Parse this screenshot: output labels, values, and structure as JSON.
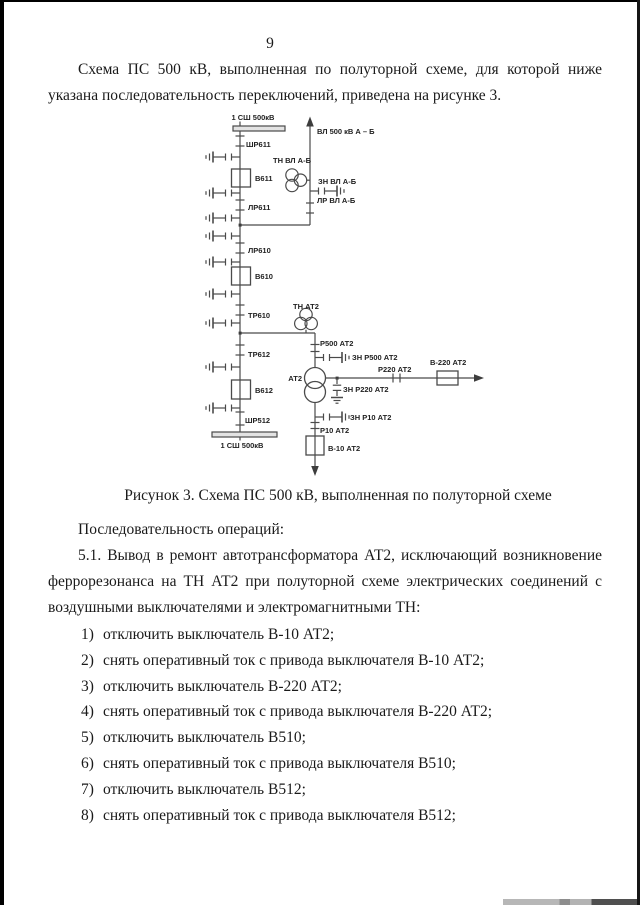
{
  "page": {
    "number": "9",
    "intro_line1": "Схема ПС 500 кВ, выполненная по полуторной схеме, для которой ниже",
    "intro_line2": "указана последовательность переключений, приведена на рисунке 3.",
    "caption": "Рисунок 3. Схема ПС 500 кВ, выполненная по полуторной схеме",
    "sequence_heading": "Последовательность операций:",
    "section_line1": "5.1. Вывод в ремонт автотрансформатора АТ2, исключающий возникновение",
    "section_line2": "феррорезонанса на ТН АТ2 при полуторной схеме электрических соединений с",
    "section_line3": "воздушными выключателями и электромагнитными ТН:"
  },
  "operations": [
    {
      "num": "1)",
      "text": "отключить выключатель В-10 АТ2;"
    },
    {
      "num": "2)",
      "text": "снять оперативный ток с привода выключателя В-10 АТ2;"
    },
    {
      "num": "3)",
      "text": "отключить выключатель В-220 АТ2;"
    },
    {
      "num": "4)",
      "text": "снять оперативный ток с привода выключателя В-220 АТ2;"
    },
    {
      "num": "5)",
      "text": "отключить выключатель В510;"
    },
    {
      "num": "6)",
      "text": "снять оперативный ток с привода выключателя В510;"
    },
    {
      "num": "7)",
      "text": "отключить выключатель В512;"
    },
    {
      "num": "8)",
      "text": "снять оперативный ток с привода выключателя В512;"
    }
  ],
  "diagram": {
    "labels": {
      "bus_top": "1 СШ 500кВ",
      "shr611": "ШР611",
      "v611": "В611",
      "lr611": "ЛР611",
      "line_vl": "ВЛ 500 кВ А – Б",
      "tn_vl": "ТН ВЛ А-Б",
      "zn_vl": "ЗН ВЛ А-Б",
      "lr_vl": "ЛР ВЛ А-Б",
      "lr610": "ЛР610",
      "v610": "В610",
      "tr610": "ТР610",
      "tn_at2": "ТН АТ2",
      "r500": "Р500 АТ2",
      "zn_r500": "ЗН Р500 АТ2",
      "at2": "АТ2",
      "r220": "Р220 АТ2",
      "v220": "В-220 АТ2",
      "zn_r220": "ЗН Р220 АТ2",
      "zn_r10": "ЗН Р10 АТ2",
      "r10": "Р10 АТ2",
      "v10": "В-10 АТ2",
      "tr612": "ТР612",
      "v612": "В612",
      "shr512": "ШР512",
      "bus_bottom": "1 СШ 500кВ"
    }
  }
}
